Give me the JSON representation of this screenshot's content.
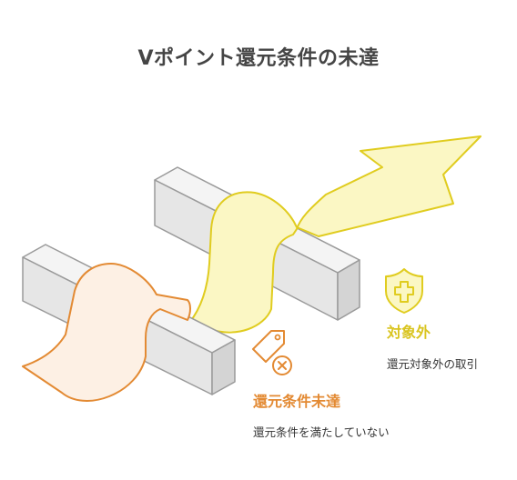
{
  "title": "Vポイント還元条件の未達",
  "colors": {
    "yellow_stroke": "#e0cc1f",
    "yellow_fill": "#fbf7c4",
    "orange_stroke": "#e38a33",
    "orange_fill": "#fdf0e4",
    "block_stroke": "#9a9a9a",
    "block_top": "#f4f4f4",
    "block_front": "#e6e6e6",
    "block_side": "#d4d4d4"
  },
  "items": [
    {
      "icon": "shield-cross-icon",
      "label": "対象外",
      "description": "還元対象外の取引"
    },
    {
      "icon": "tag-x-icon",
      "label": "還元条件未達",
      "description": "還元条件を満たしていない"
    }
  ]
}
